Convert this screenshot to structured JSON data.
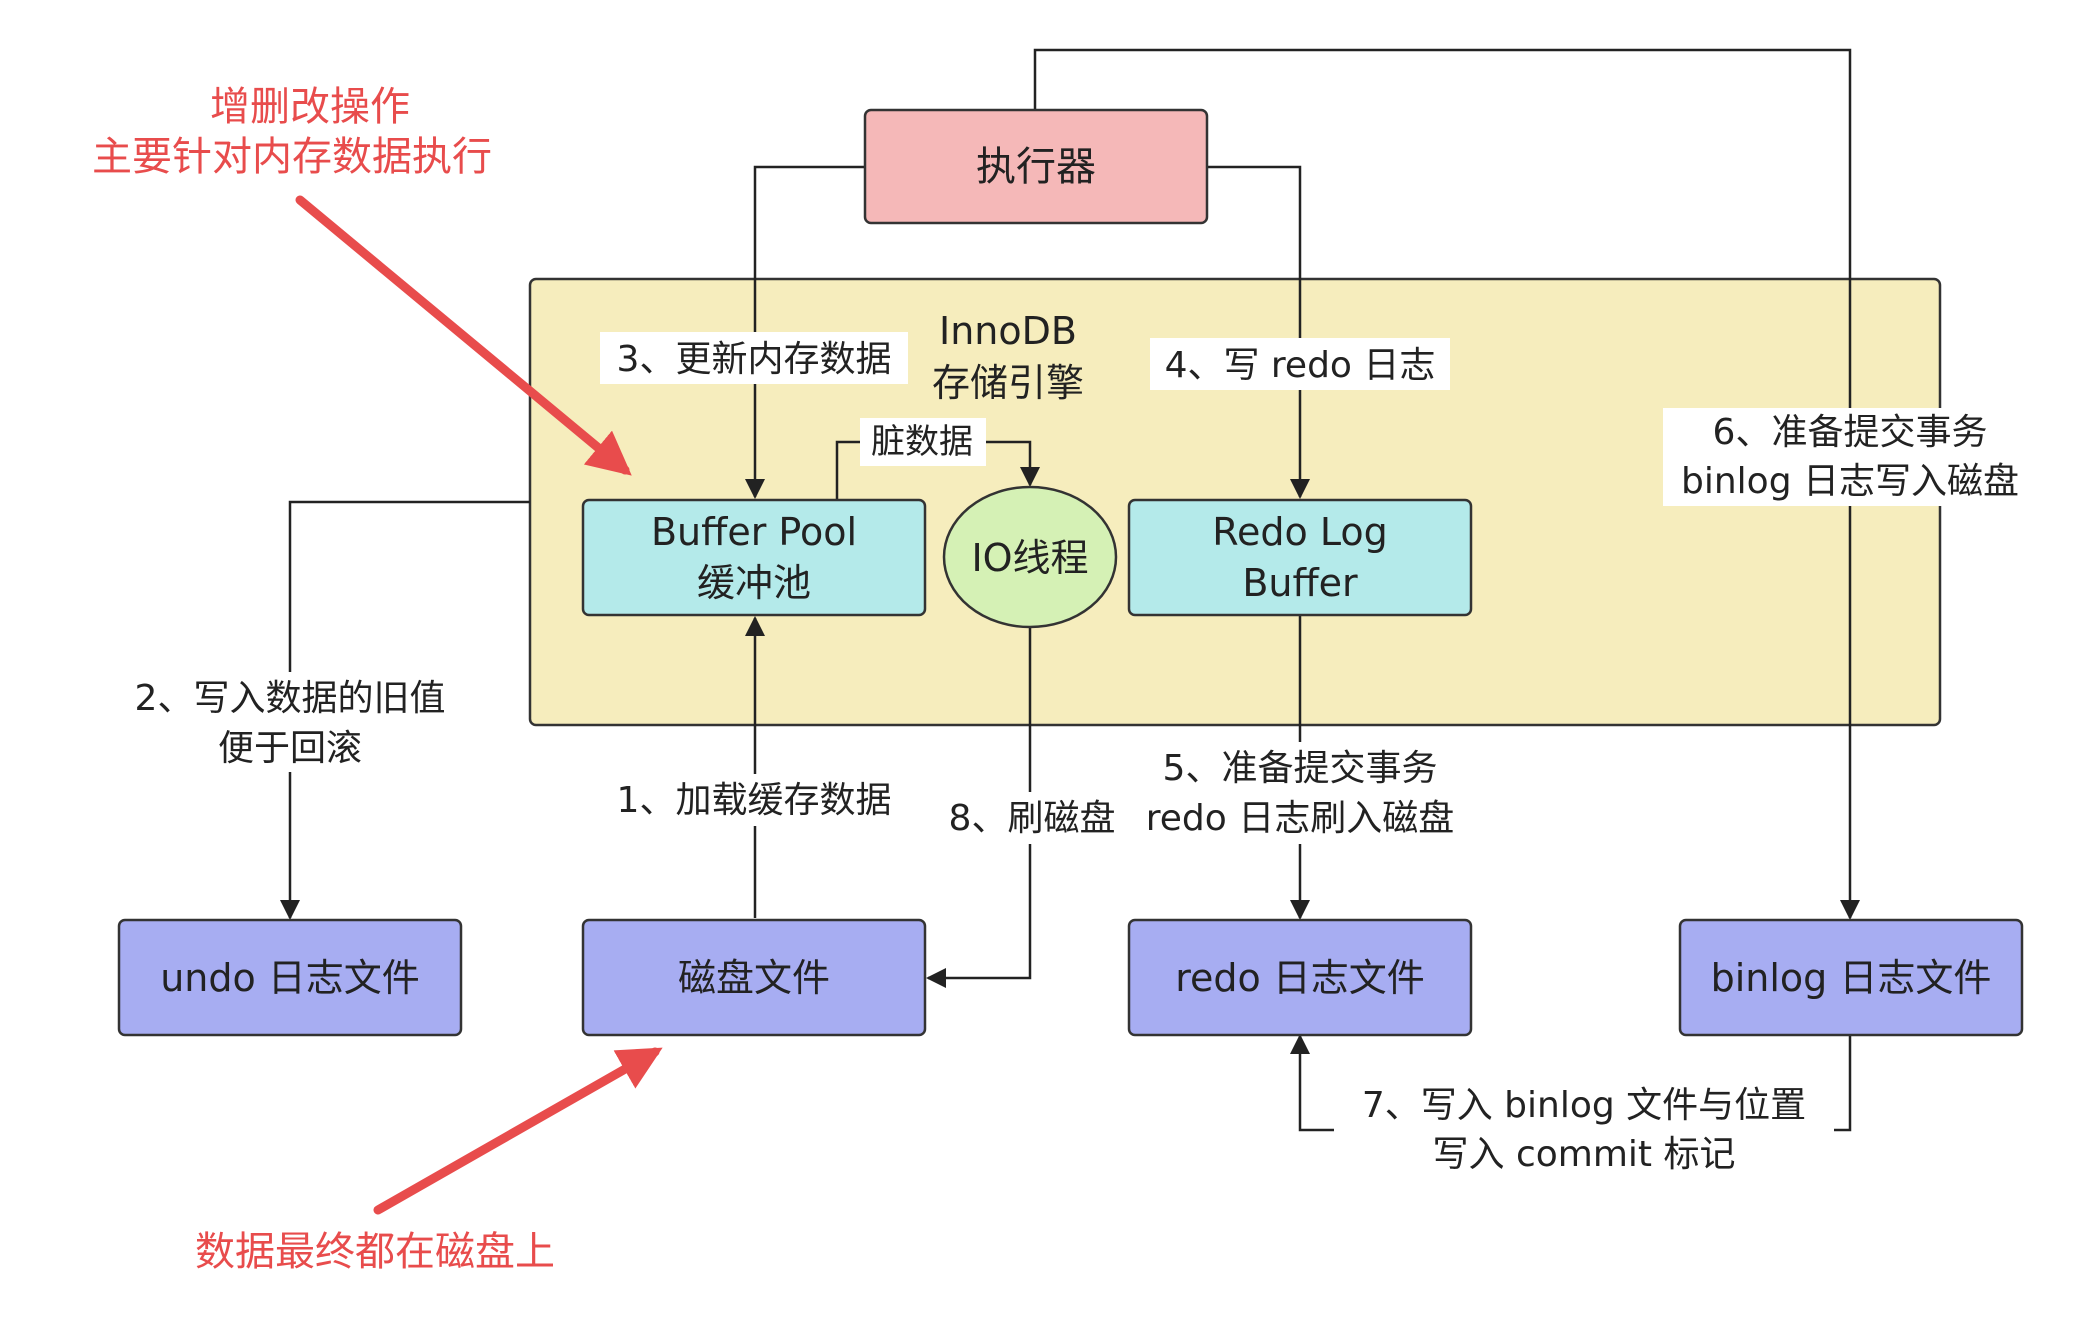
{
  "colors": {
    "executor_fill": "#f5b8b8",
    "engine_fill": "#f6edbd",
    "buffer_fill": "#b4eaea",
    "io_fill": "#d5f1b5",
    "file_fill": "#a7adf2",
    "stroke": "#333333",
    "note_red": "#e84c4c"
  },
  "nodes": {
    "executor": "执行器",
    "engine": {
      "line1": "InnoDB",
      "line2": "存储引擎"
    },
    "buffer_pool": {
      "line1": "Buffer Pool",
      "line2": "缓冲池"
    },
    "io_thread": "IO线程",
    "redo_log_buffer": {
      "line1": "Redo Log",
      "line2": "Buffer"
    },
    "undo_file": "undo 日志文件",
    "disk_file": "磁盘文件",
    "redo_file": "redo 日志文件",
    "binlog_file": "binlog 日志文件"
  },
  "edge_labels": {
    "step3": "3、更新内存数据",
    "step4": "4、写 redo 日志",
    "dirty": "脏数据",
    "step6": {
      "line1": "6、准备提交事务",
      "line2": "binlog 日志写入磁盘"
    },
    "step2": {
      "line1": "2、写入数据的旧值",
      "line2": "便于回滚"
    },
    "step1": "1、加载缓存数据",
    "step8": "8、刷磁盘",
    "step5": {
      "line1": "5、准备提交事务",
      "line2": "redo 日志刷入磁盘"
    },
    "step7": {
      "line1": "7、写入 binlog 文件与位置",
      "line2": "写入 commit 标记"
    }
  },
  "notes": {
    "top": {
      "line1": "增删改操作",
      "line2": "主要针对内存数据执行"
    },
    "bottom": "数据最终都在磁盘上"
  }
}
